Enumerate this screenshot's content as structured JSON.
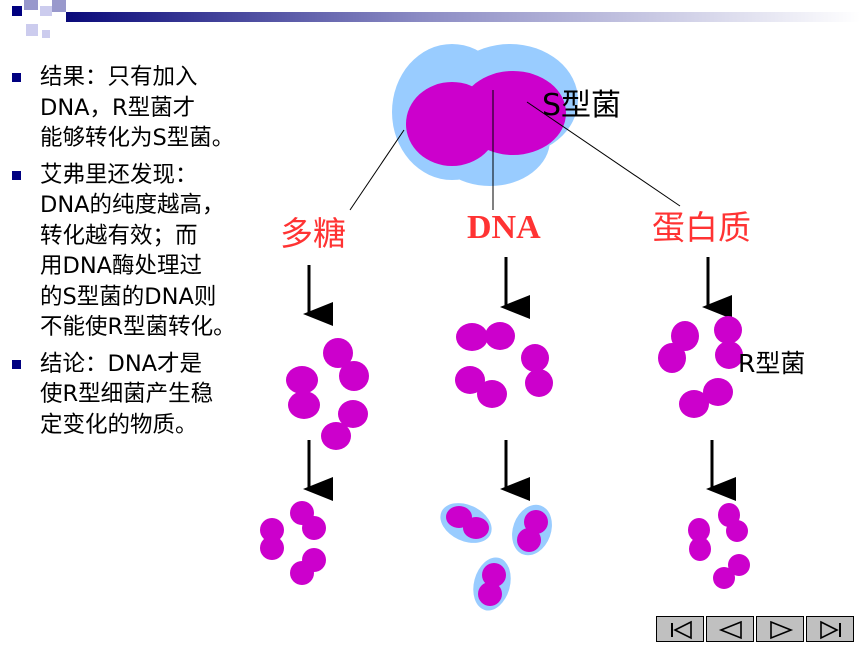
{
  "bullets": [
    {
      "text": "结果：只有加入\nDNA，R型菌才\n能够转化为S型菌。"
    },
    {
      "text": "艾弗里还发现：\nDNA的纯度越高，\n转化越有效；而\n用DNA酶处理过\n的S型菌的DNA则\n不能使R型菌转化。"
    },
    {
      "text": "结论：DNA才是\n使R型细菌产生稳\n定变化的物质。"
    }
  ],
  "labels": {
    "s_bacteria": "S型菌",
    "polysaccharide": "多糖",
    "dna": "DNA",
    "protein": "蛋白质",
    "r_bacteria": "R型菌"
  },
  "colors": {
    "bacteria": "#cc00cc",
    "capsule": "#99ccff",
    "label_red": "#ff3333",
    "bullet": "#000080"
  },
  "nav": {
    "first": "first-slide-icon",
    "prev": "previous-slide-icon",
    "next": "next-slide-icon",
    "last": "last-slide-icon"
  }
}
